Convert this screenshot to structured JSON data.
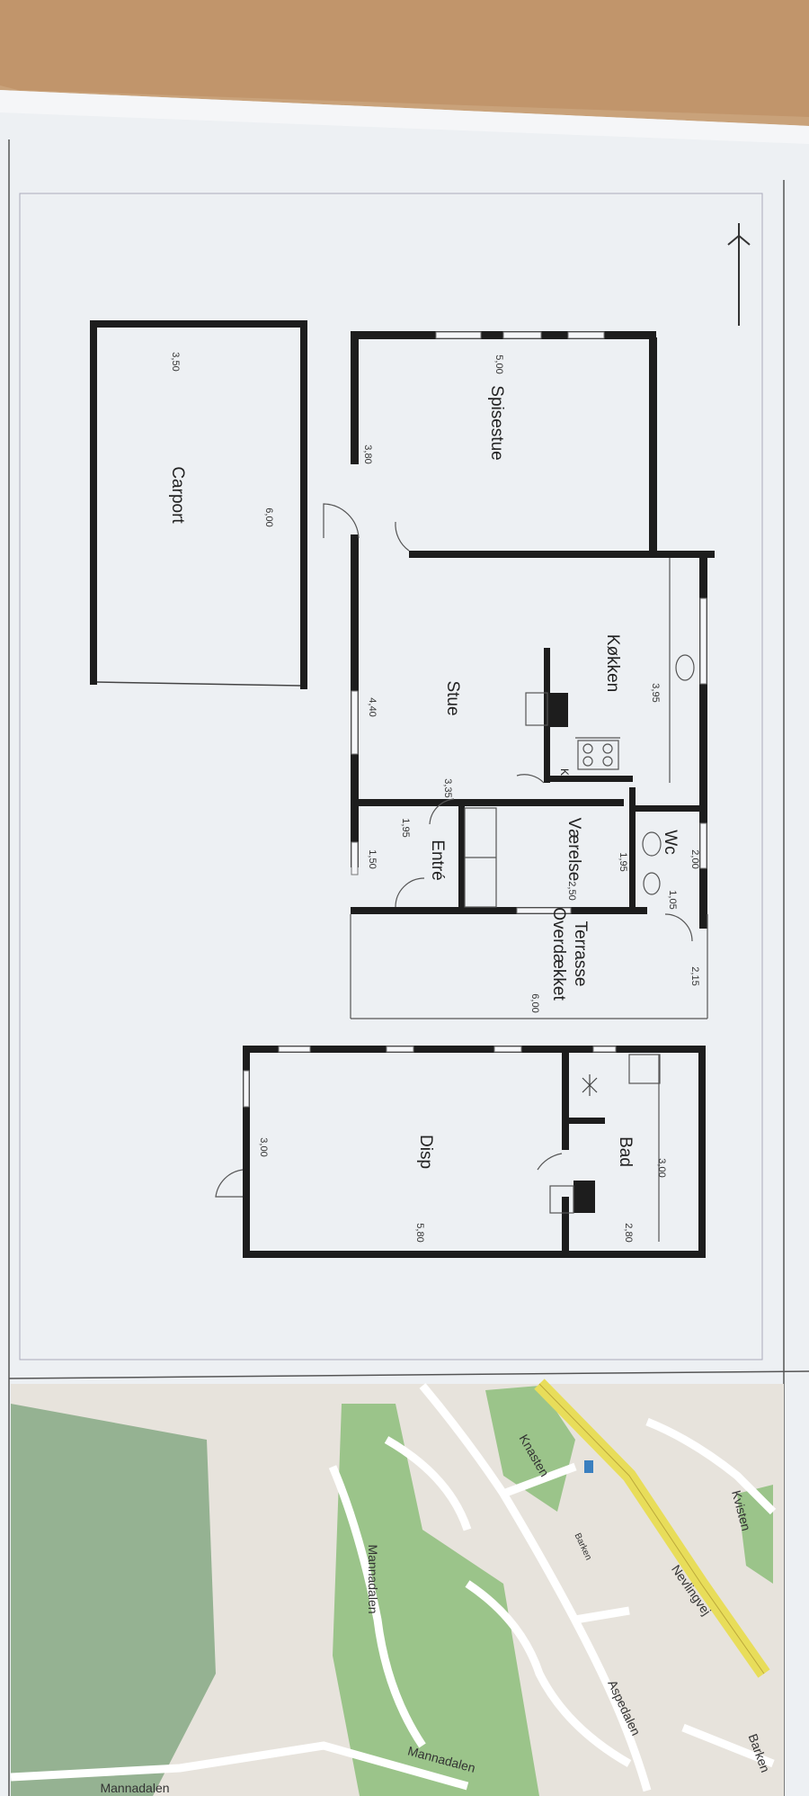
{
  "rooms": {
    "spisestue": "Spisestue",
    "carport": "Carport",
    "koekken": "Køkken",
    "stue": "Stue",
    "vaerelse": "Værelse",
    "wc": "Wc",
    "entre": "Entré",
    "terrasse_line1": "Overdækket",
    "terrasse_line2": "Terrasse",
    "bad": "Bad",
    "disp": "Disp",
    "k_mark": "K"
  },
  "dimensions": {
    "spisestue_w": "5,00",
    "spisestue_d": "3,80",
    "carport_w": "3,50",
    "carport_l": "6,00",
    "koekken": "3,95",
    "stue_a": "4,40",
    "stue_b": "3,35",
    "entre_a": "1,95",
    "entre_b": "1,50",
    "vaerelse_a": "1,95",
    "vaerelse_b": "2,50",
    "wc_a": "2,00",
    "wc_b": "1,05",
    "terrasse_a": "2,15",
    "terrasse_b": "6,00",
    "disp_a": "3,00",
    "disp_b": "5,80",
    "bad_a": "3,00",
    "bad_b": "2,80"
  },
  "map_streets": {
    "s1": "Mannadalen",
    "s2": "Mannadalen",
    "s3": "Mannadalen",
    "s4": "Nevlingvej",
    "s5": "Kvisten",
    "s6": "Knasten",
    "s7": "Barken",
    "s8": "Aspedalen",
    "s9": "Barken"
  },
  "colors": {
    "table": "#c9a27a",
    "paper": "#eef1f4",
    "wall": "#1d1d1d",
    "map_green": "#9bc48a",
    "map_road": "#e8dd5a"
  }
}
